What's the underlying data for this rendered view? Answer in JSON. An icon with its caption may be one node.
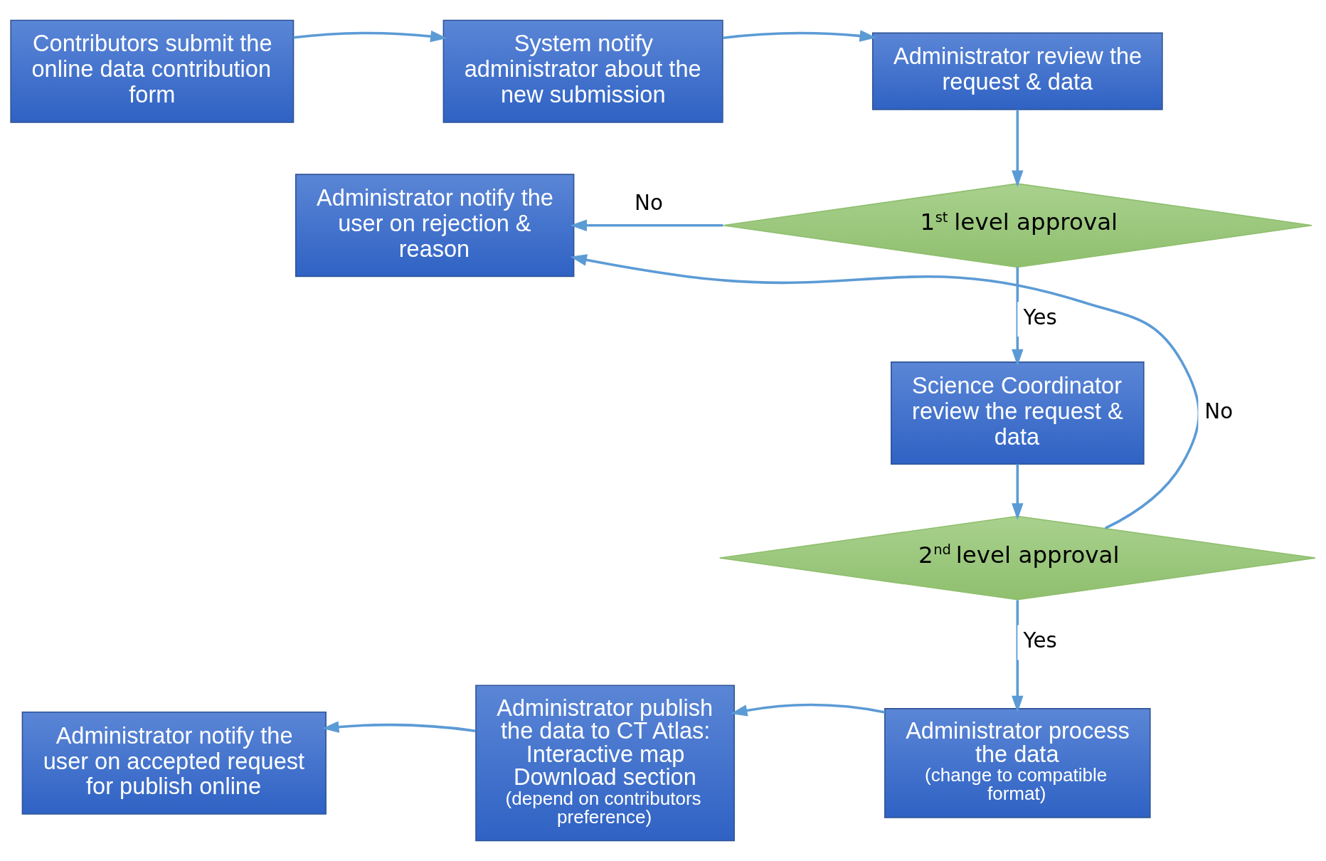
{
  "diagram": {
    "nodes": [
      {
        "text": [
          "Contributors submit the online data contribution form"
        ]
      },
      {
        "text": [
          "System notify administrator about the new submission"
        ]
      },
      {
        "text": [
          "Administrator review the request & data"
        ]
      },
      {
        "text": [
          "Administrator notify the user on rejection & reason"
        ]
      },
      {
        "text": [
          "1$^{st}$ level approval"
        ]
      },
      {
        "text": [
          "Science Coordinator review the request & data"
        ]
      },
      {
        "text": [
          "2$^{nd}$ level approval"
        ]
      },
      {
        "text": [
          "Administrator notify the user on accepted request for publish online"
        ]
      },
      {
        "text": [
          "Administrator publish the data to CT Atlas:",
          "Interactive map",
          "Download section",
          "(depend on contributors preference)"
        ]
      },
      {
        "text": [
          "Administrator process the data",
          "(change to compatible format)"
        ]
      }
    ],
    "edges": [
      {
        "from": 0,
        "to": 1,
        "arrow": "to"
      },
      {
        "from": 1,
        "to": 2,
        "arrow": "to"
      },
      {
        "from": 2,
        "to": 4,
        "arrow": "to"
      },
      {
        "from": 4,
        "to": 3,
        "arrow": "to",
        "label": "No"
      },
      {
        "from": 4,
        "to": 5,
        "arrow": "to",
        "label": "Yes"
      },
      {
        "from": 5,
        "to": 6,
        "arrow": "to"
      },
      {
        "from": 6,
        "to": 3,
        "arrow": "to",
        "label": "No"
      },
      {
        "from": 6,
        "to": 9,
        "arrow": "to",
        "label": "Yes"
      },
      {
        "from": 9,
        "to": 8,
        "arrow": "to"
      },
      {
        "from": 8,
        "to": 7,
        "arrow": "to"
      }
    ]
  }
}
